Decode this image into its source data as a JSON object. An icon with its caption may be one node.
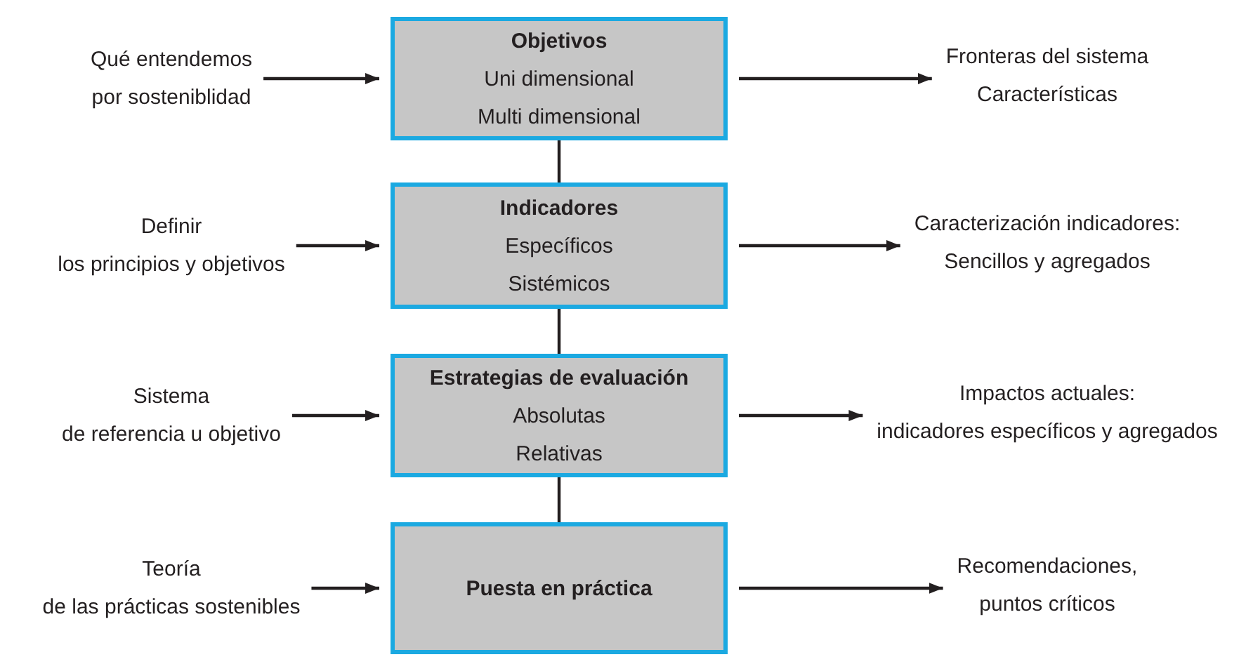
{
  "diagram": {
    "nodes": [
      {
        "text": [
          "Qué entendemos",
          "por sosteniblidad"
        ]
      },
      {
        "text": [
          "Objetivos",
          "Uni dimensional",
          "Multi dimensional"
        ]
      },
      {
        "text": [
          "Fronteras del sistema",
          "Características"
        ]
      },
      {
        "text": [
          "Definir",
          "los principios y objetivos"
        ]
      },
      {
        "text": [
          "Indicadores",
          "Específicos",
          "Sistémicos"
        ]
      },
      {
        "text": [
          "Caracterización indicadores:",
          "Sencillos y agregados"
        ]
      },
      {
        "text": [
          "Sistema",
          "de referencia u objetivo"
        ]
      },
      {
        "text": [
          "Estrategias de evaluación",
          "Absolutas",
          "Relativas"
        ]
      },
      {
        "text": [
          "Impactos actuales:",
          "indicadores específicos y agregados"
        ]
      },
      {
        "text": [
          "Teoría",
          "de las prácticas sostenibles"
        ]
      },
      {
        "text": [
          "Puesta en práctica"
        ]
      },
      {
        "text": [
          "Recomendaciones,",
          "puntos críticos"
        ]
      }
    ],
    "edges": [
      {
        "from": 0,
        "to": 1,
        "arrow": "to"
      },
      {
        "from": 1,
        "to": 2,
        "arrow": "to"
      },
      {
        "from": 3,
        "to": 4,
        "arrow": "to"
      },
      {
        "from": 4,
        "to": 5,
        "arrow": "to"
      },
      {
        "from": 6,
        "to": 7,
        "arrow": "to"
      },
      {
        "from": 7,
        "to": 8,
        "arrow": "to"
      },
      {
        "from": 9,
        "to": 10,
        "arrow": "to"
      },
      {
        "from": 10,
        "to": 11,
        "arrow": "to"
      },
      {
        "from": 1,
        "to": 4,
        "arrow": "none"
      },
      {
        "from": 4,
        "to": 7,
        "arrow": "none"
      },
      {
        "from": 7,
        "to": 10,
        "arrow": "none"
      }
    ]
  }
}
